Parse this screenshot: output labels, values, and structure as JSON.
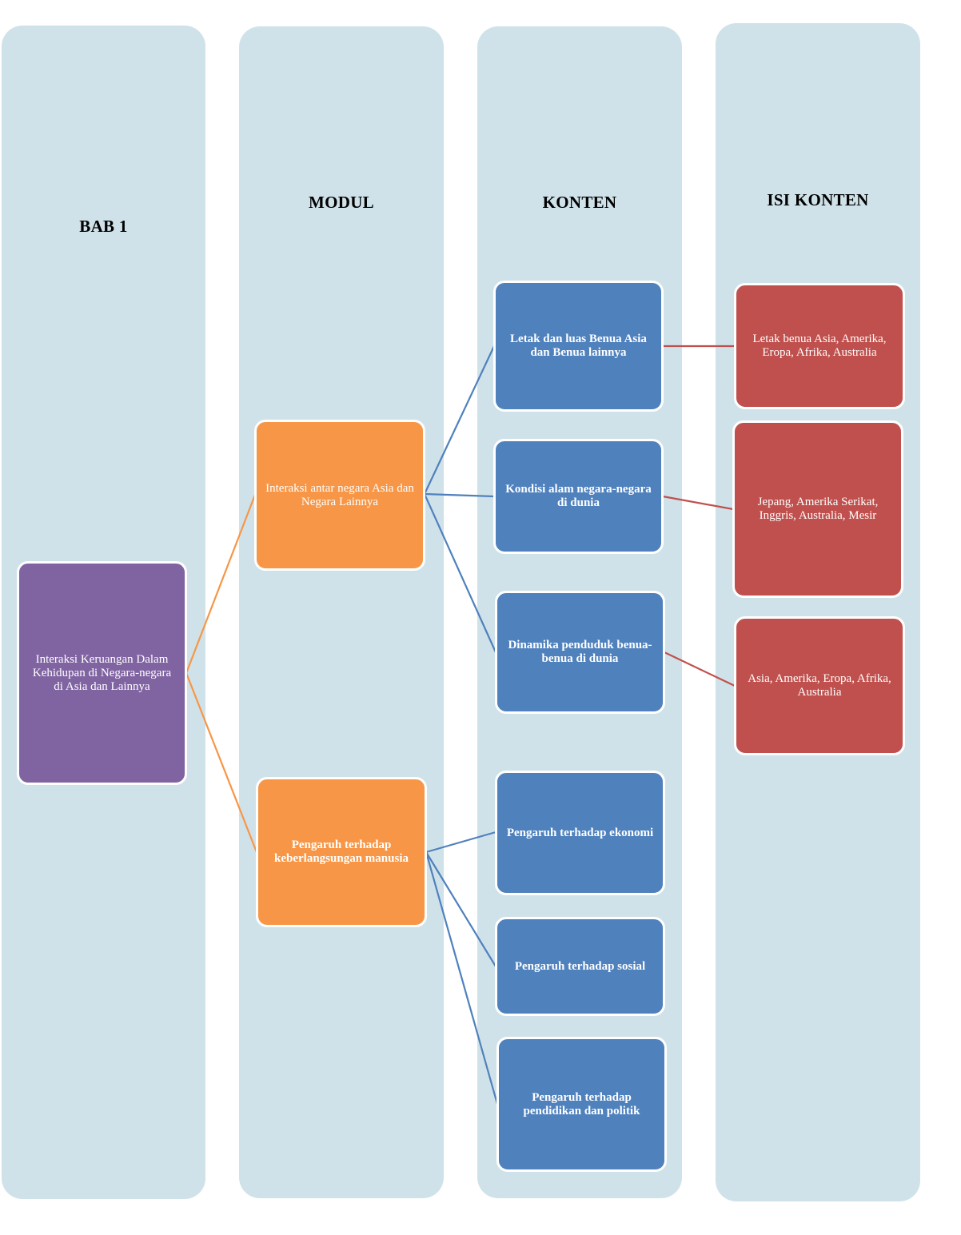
{
  "columns": {
    "bab": "BAB 1",
    "modul": "MODUL",
    "konten": "KONTEN",
    "isi_konten": "ISI KONTEN"
  },
  "root": {
    "text": "Interaksi  Keruangan  Dalam\nKehidupan  di  Negara-negara\ndi Asia  dan Lainnya"
  },
  "modul": [
    {
      "text": "Interaksi  antar negara Asia dan\nNegara Lainnya"
    },
    {
      "text": "Pengaruh  terhadap\nkeberlangsungan  manusia"
    }
  ],
  "konten": [
    {
      "text": "Letak dan luas Benua Asia\ndan  Benua lainnya"
    },
    {
      "text": "Kondisi  alam  negara-negara\ndi dunia"
    },
    {
      "text": "Dinamika  penduduk  benua-\nbenua  di dunia"
    },
    {
      "text": "Pengaruh  terhadap  ekonomi"
    },
    {
      "text": "Pengaruh  terhadap  sosial"
    },
    {
      "text": "Pengaruh  terhadap\npendidikan  dan  politik"
    }
  ],
  "isi_konten": [
    {
      "text": "Letak benua Asia, Amerika,\nEropa, Afrika,  Australia"
    },
    {
      "text": "Jepang,  Amerika  Serikat,\nInggris,  Australia,  Mesir"
    },
    {
      "text": "Asia,  Amerika,  Eropa,  Afrika,\nAustralia"
    }
  ],
  "colors": {
    "column_bg": "#d0e2e9",
    "root": "#8064a2",
    "modul": "#f79646",
    "konten": "#4f81bd",
    "isi_konten": "#c0504d",
    "orange_connector": "#f79646",
    "blue_connector": "#4f81bd",
    "red_connector": "#c0504d"
  }
}
